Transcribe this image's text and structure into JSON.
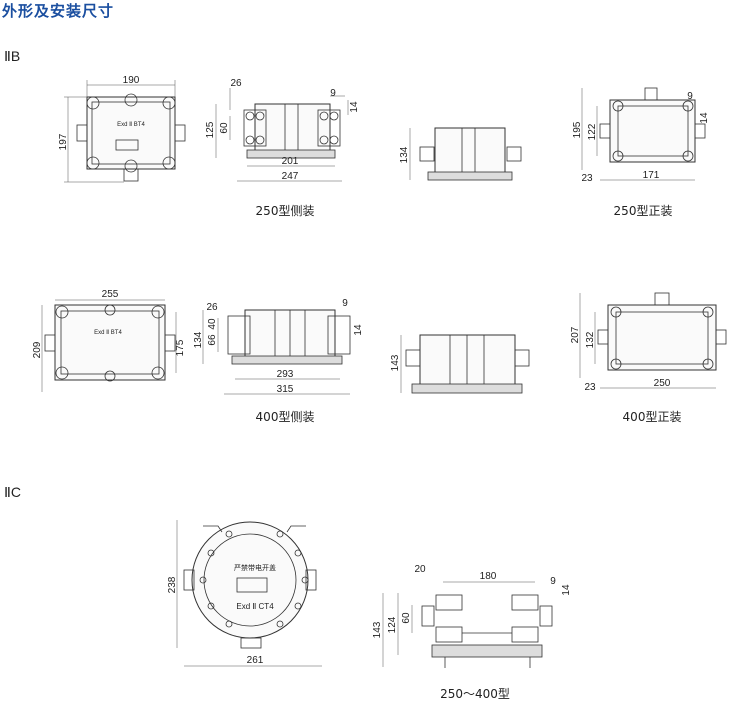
{
  "title": "外形及安装尺寸",
  "sections": {
    "iib": "ⅡB",
    "iic": "ⅡC"
  },
  "captions": {
    "side250": "250型侧装",
    "front250": "250型正装",
    "side400": "400型侧装",
    "front400": "400型正装",
    "iic": "250～400型"
  },
  "labels": {
    "mark_bt4": "Exd Ⅱ BT4",
    "mark_ct4": "Exd Ⅱ CT4",
    "warning": "严禁带电开盖"
  },
  "dims": {
    "d1": {
      "w": "190",
      "h": "197"
    },
    "d2": {
      "a": "26",
      "b": "9",
      "c": "14",
      "h1": "125",
      "h2": "60",
      "w1": "201",
      "w2": "247"
    },
    "d3": {
      "h": "134"
    },
    "d4": {
      "h1": "195",
      "h2": "122",
      "b": "9",
      "c": "14",
      "a": "23",
      "w": "171"
    },
    "d5": {
      "w": "255",
      "h1": "209",
      "h2": "175"
    },
    "d6": {
      "a": "26",
      "b": "9",
      "c": "14",
      "h1": "134",
      "h2": "66",
      "h3": "40",
      "w1": "293",
      "w2": "315"
    },
    "d7": {
      "h": "143"
    },
    "d8": {
      "h1": "207",
      "h2": "132",
      "a": "23",
      "w": "250"
    },
    "d9": {
      "h": "238",
      "w": "261"
    },
    "d10": {
      "a": "20",
      "w": "180",
      "b": "9",
      "c": "14",
      "h1": "143",
      "h2": "124",
      "h3": "60"
    }
  }
}
